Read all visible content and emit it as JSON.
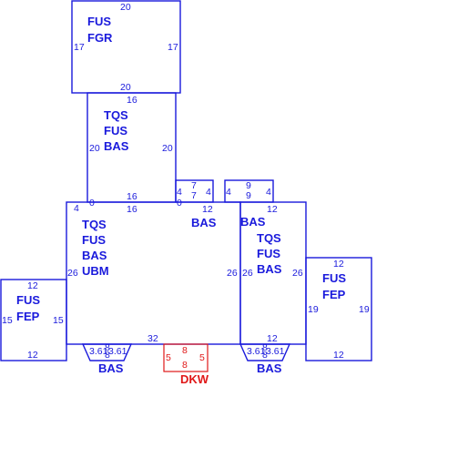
{
  "colors": {
    "outline": "#1a1adc",
    "highlight": "#e01818",
    "background": "#ffffff"
  },
  "rooms": {
    "top": {
      "codes": [
        "FUS",
        "FGR"
      ],
      "dims": {
        "top": "20",
        "bottom": "20",
        "left": "17",
        "right": "17"
      }
    },
    "upper": {
      "codes": [
        "TQS",
        "FUS",
        "BAS"
      ],
      "dims": {
        "top": "16",
        "bottom": "16",
        "left": "20",
        "right": "20"
      }
    },
    "main": {
      "codes": [
        "TQS",
        "FUS",
        "BAS",
        "UBM"
      ],
      "sub_code": "BAS",
      "dims": {
        "corner": "4",
        "corner2": "0",
        "top": "16",
        "top_right": "12",
        "left": "26",
        "right": "26",
        "bottom": "32"
      }
    },
    "small_a": {
      "dims": {
        "top": "7",
        "mid": "7",
        "left": "4",
        "right": "4",
        "bottom": "0"
      }
    },
    "small_b": {
      "dims": {
        "top": "9",
        "mid": "9",
        "left": "4",
        "right": "4"
      }
    },
    "right_main": {
      "codes": [
        "BAS",
        "TQS",
        "FUS",
        "BAS"
      ],
      "dims": {
        "top": "12",
        "bottom": "12",
        "left": "26",
        "right": "26"
      }
    },
    "left_small": {
      "codes": [
        "FUS",
        "FEP"
      ],
      "dims": {
        "top": "12",
        "bottom": "12",
        "left": "15",
        "right": "15"
      }
    },
    "right_small": {
      "codes": [
        "FUS",
        "FEP"
      ],
      "dims": {
        "top": "12",
        "bottom": "12",
        "left": "19",
        "right": "19"
      }
    },
    "trap_left": {
      "code": "BAS",
      "dims": {
        "a": "3.61",
        "b": "8",
        "c": "3.61",
        "d": "8"
      }
    },
    "trap_right": {
      "code": "BAS",
      "dims": {
        "a": "3.61",
        "b": "8",
        "c": "3.61",
        "d": "8"
      }
    },
    "dkw": {
      "code": "DKW",
      "dims": {
        "top": "8",
        "bottom": "8",
        "left": "5",
        "right": "5"
      }
    }
  }
}
